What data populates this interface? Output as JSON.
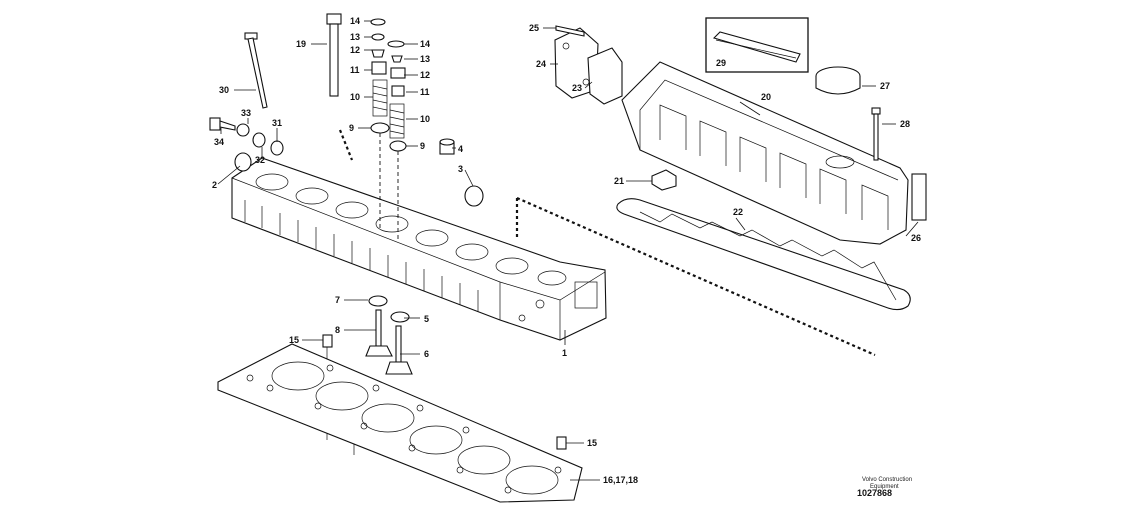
{
  "callouts": {
    "c1": "1",
    "c2": "2",
    "c3": "3",
    "c4": "4",
    "c5": "5",
    "c6": "6",
    "c7": "7",
    "c8": "8",
    "c9a": "9",
    "c9b": "9",
    "c10a": "10",
    "c10b": "10",
    "c11a": "11",
    "c11b": "11",
    "c12a": "12",
    "c12b": "12",
    "c13a": "13",
    "c13b": "13",
    "c14a": "14",
    "c14b": "14",
    "c15a": "15",
    "c15b": "15",
    "c16": "16,17,18",
    "c19": "19",
    "c20": "20",
    "c21": "21",
    "c22": "22",
    "c23": "23",
    "c24": "24",
    "c25": "25",
    "c26": "26",
    "c27": "27",
    "c28": "28",
    "c29": "29",
    "c30": "30",
    "c31": "31",
    "c32": "32",
    "c33": "33",
    "c34": "34"
  },
  "credit": {
    "line1": "Volvo Construction",
    "line2": "Equipment",
    "ref": "1027868"
  }
}
